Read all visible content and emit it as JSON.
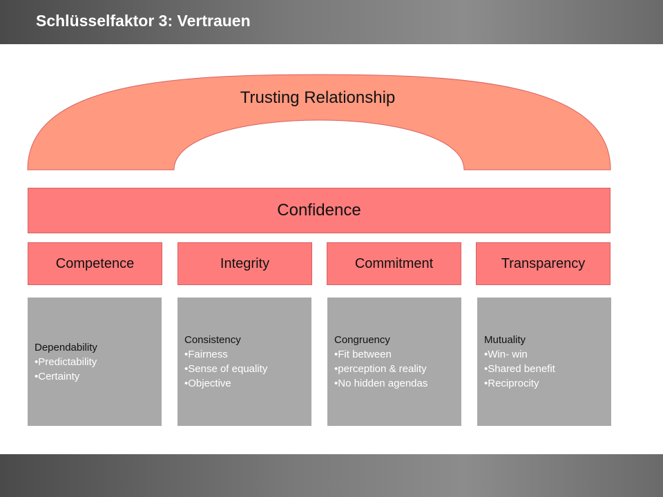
{
  "header": {
    "title": "Schlüsselfaktor 3: Vertrauen"
  },
  "colors": {
    "arch": "#ff9980",
    "bar": "#ff7c7c",
    "detail": "#a9a9a9",
    "band": "#7a7a7a"
  },
  "arch": {
    "label": "Trusting Relationship"
  },
  "confidence": {
    "label": "Confidence"
  },
  "pillars": [
    {
      "label": "Competence",
      "detail": {
        "lead": "Dependability",
        "bullets": [
          "•Predictability",
          "•Certainty"
        ]
      }
    },
    {
      "label": "Integrity",
      "detail": {
        "lead": "Consistency",
        "bullets": [
          "•Fairness",
          "•Sense of equality",
          "•Objective"
        ]
      }
    },
    {
      "label": "Commitment",
      "detail": {
        "lead": "Congruency",
        "bullets": [
          "•Fit between",
          "•perception & reality",
          "•No hidden agendas"
        ]
      }
    },
    {
      "label": "Transparency",
      "detail": {
        "lead": "Mutuality",
        "bullets": [
          "•Win- win",
          "•Shared benefit",
          "•Reciprocity"
        ]
      }
    }
  ]
}
